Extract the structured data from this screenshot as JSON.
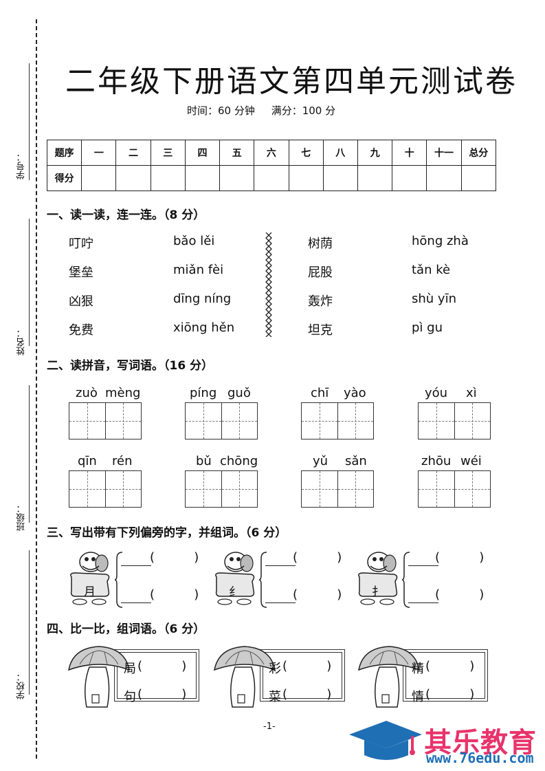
{
  "exam": {
    "title": "二年级下册语文第四单元测试卷",
    "subtitle": "时间：60 分钟     满分：100 分"
  },
  "side_labels": [
    "学号：",
    "姓名：",
    "班级：",
    "学校："
  ],
  "score_table": {
    "row1": [
      "题序",
      "一",
      "二",
      "三",
      "四",
      "五",
      "六",
      "七",
      "八",
      "九",
      "十",
      "十一",
      "总分"
    ],
    "row2_label": "得分"
  },
  "section1": {
    "title": "一、读一读，连一连。（8 分）",
    "left_words": [
      "叮咛",
      "堡垒",
      "凶狠",
      "免费"
    ],
    "left_pinyin": [
      "bǎo lěi",
      "miǎn fèi",
      "dīng níng",
      "xiōng hěn"
    ],
    "right_words": [
      "树荫",
      "屁股",
      "轰炸",
      "坦克"
    ],
    "right_pinyin": [
      "hōng zhà",
      "tǎn kè",
      "shù yīn",
      "pì gu"
    ]
  },
  "section2": {
    "title": "二、读拼音，写词语。（16 分）",
    "row1": [
      [
        "zuò",
        "mèng"
      ],
      [
        "píng",
        "guǒ"
      ],
      [
        "chī",
        "yào"
      ],
      [
        "yóu",
        "xì"
      ]
    ],
    "row2": [
      [
        "qīn",
        "rén"
      ],
      [
        "bǔ",
        "chōng"
      ],
      [
        "yǔ",
        "sǎn"
      ],
      [
        "zhōu",
        "wéi"
      ]
    ]
  },
  "section3": {
    "title": "三、写出带有下列偏旁的字，并组词。（6 分）",
    "radicals": [
      "月",
      "纟",
      "扌"
    ],
    "paren": "(          )"
  },
  "section4": {
    "title": "四、比一比，组词语。（6 分）",
    "pairs": [
      [
        "局",
        "句"
      ],
      [
        "彩",
        "菜"
      ],
      [
        "精",
        "情"
      ]
    ],
    "paren": "(          )"
  },
  "footer": {
    "page": "-1-",
    "logo": "其乐教育",
    "url": "www.76edu.com"
  },
  "colors": {
    "logo_pink": "#e8336b",
    "logo_blue": "#1f6fb5"
  }
}
